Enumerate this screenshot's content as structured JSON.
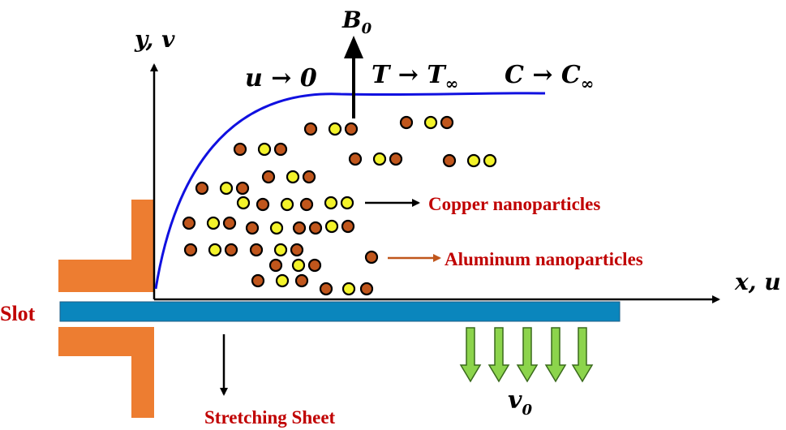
{
  "labels": {
    "y_axis": "y, v",
    "x_axis": "x, u",
    "magnetic_field": "B",
    "magnetic_field_sub": "0",
    "boundary_u": "u → 0",
    "boundary_T": "T → T",
    "boundary_C": "C → C",
    "infinity": "∞",
    "copper": "Copper nanoparticles",
    "aluminum": "Aluminum nanoparticles",
    "slot": "Slot",
    "stretching_sheet": "Stretching Sheet",
    "suction": "v",
    "suction_sub": "0"
  },
  "colors": {
    "copper": "#c0561c",
    "aluminum": "#f3f32a",
    "sheet": "#0a86bd",
    "slot": "#ed7d31",
    "curve": "#1010e0",
    "suction_arrows": "#8cd44c",
    "label_red": "#c00000",
    "pointer_orange": "#c0561c"
  }
}
